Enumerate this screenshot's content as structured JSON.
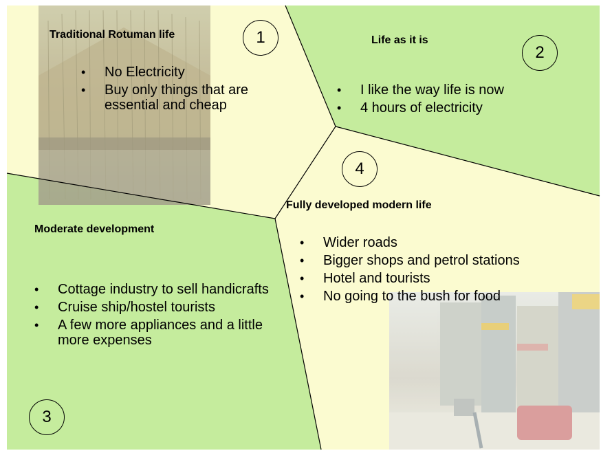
{
  "colors": {
    "green": "#c5ec9d",
    "yellow": "#fbfbd0",
    "outline": "#000000"
  },
  "sections": [
    {
      "id": "1",
      "number": "1",
      "title": "Traditional Rotuman life",
      "bullets": [
        "No Electricity",
        "Buy only things that are essential and cheap"
      ]
    },
    {
      "id": "2",
      "number": "2",
      "title": "Life as it is",
      "bullets": [
        "I like the way life is now",
        "4 hours of electricity"
      ]
    },
    {
      "id": "3",
      "number": "3",
      "title": "Moderate development",
      "bullets": [
        "Cottage industry to sell handicrafts",
        "Cruise ship/hostel tourists",
        "A few more appliances and a little more expenses"
      ]
    },
    {
      "id": "4",
      "number": "4",
      "title": "Fully developed modern life",
      "bullets": [
        "Wider roads",
        "Bigger shops and petrol stations",
        "Hotel and tourists",
        "No going to the bush for food"
      ]
    }
  ],
  "images": [
    "thatched-hut-photo",
    "city-street-photo"
  ]
}
